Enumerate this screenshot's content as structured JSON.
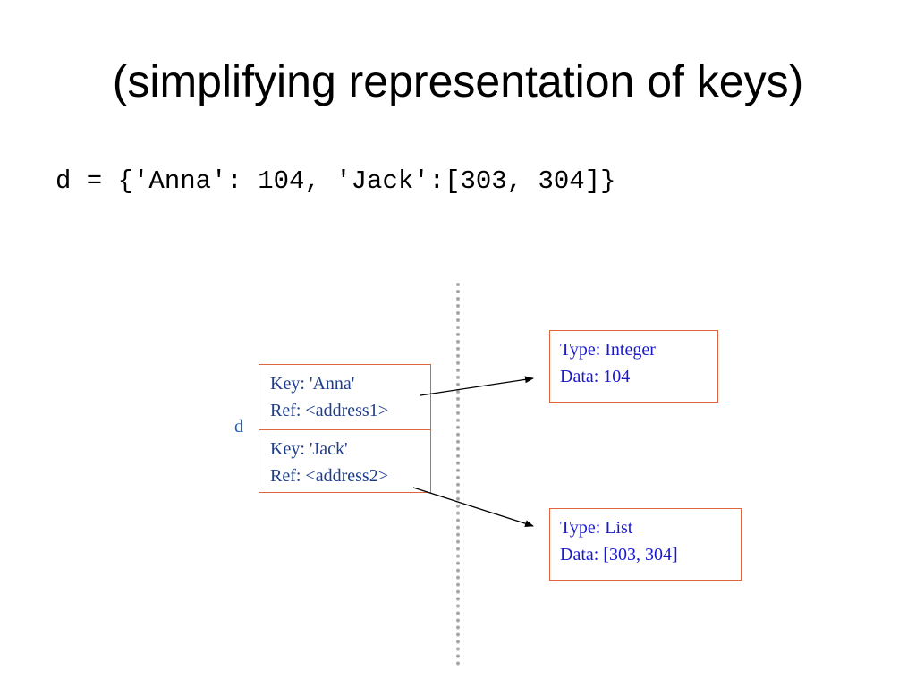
{
  "title": "(simplifying representation of keys)",
  "code": "d = {'Anna': 104, 'Jack':[303, 304]}",
  "dict": {
    "label": "d",
    "entries": [
      {
        "key": "Key: 'Anna'",
        "ref": "Ref: <address1>"
      },
      {
        "key": "Key: 'Jack'",
        "ref": "Ref: <address2>"
      }
    ]
  },
  "objects": [
    {
      "type": "Type: Integer",
      "data": "Data: 104"
    },
    {
      "type": "Type: List",
      "data": "Data: [303, 304]"
    }
  ],
  "colors": {
    "box_border": "#e0643c",
    "key_text": "#1f3e8a",
    "object_text": "#1a1acc",
    "dict_label": "#1f5fbf",
    "divider": "#a8a8a8"
  }
}
